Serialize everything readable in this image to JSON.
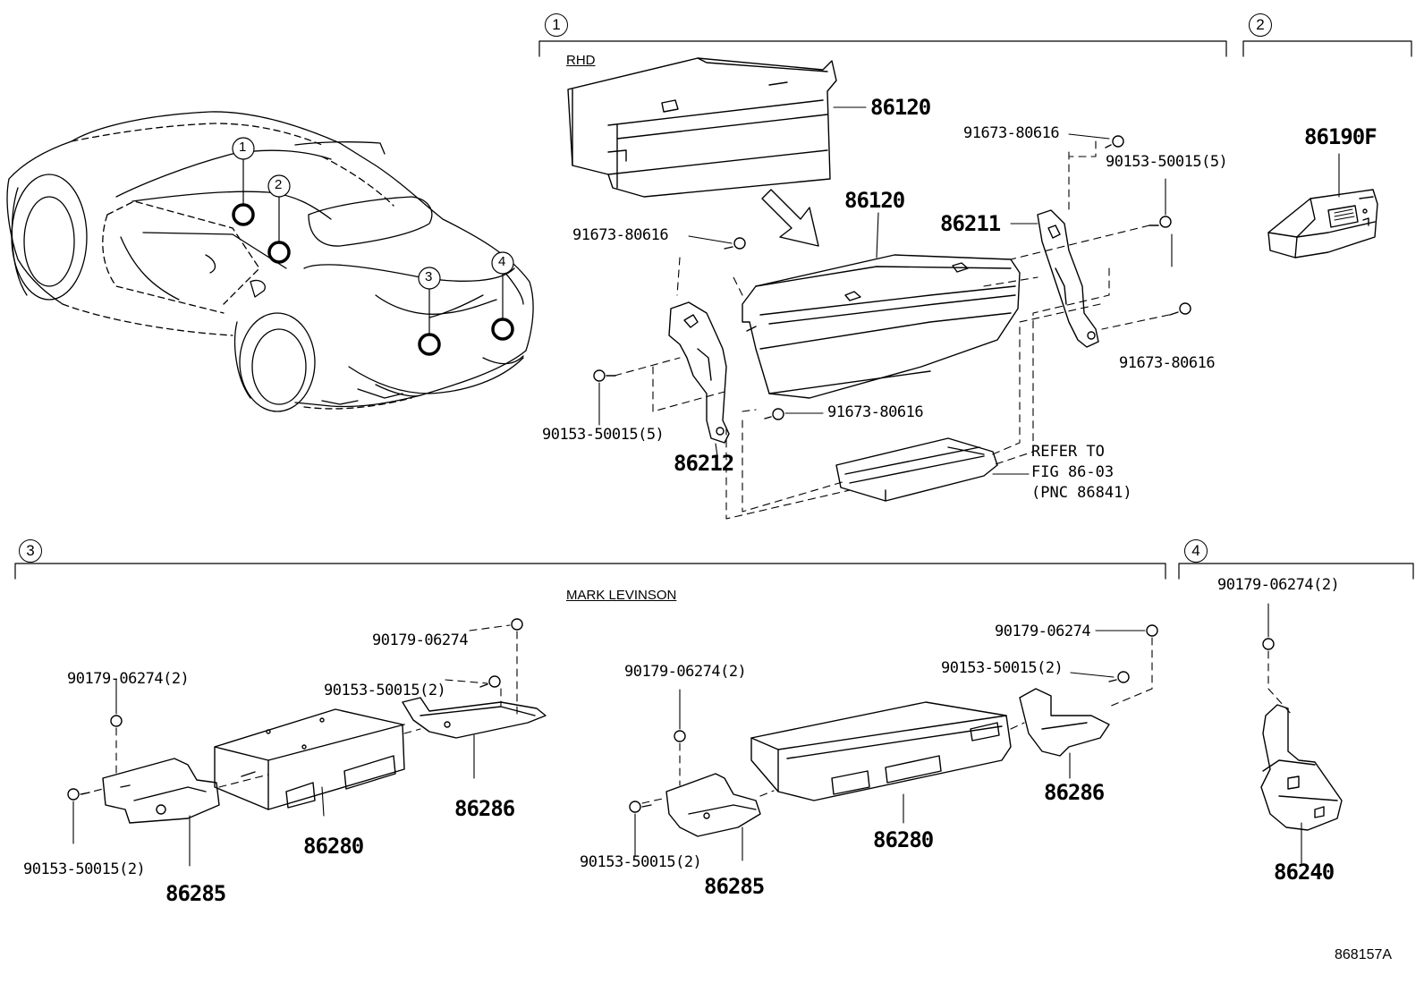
{
  "section_markers": [
    "1",
    "2",
    "3",
    "4"
  ],
  "car_callouts": [
    "1",
    "2",
    "3",
    "4"
  ],
  "section1": {
    "variant": "RHD",
    "parts": {
      "unit_top": "86120",
      "unit_main": "86120",
      "bracket_right": "86211",
      "bracket_left": "86212",
      "screw_top_right": "91673-80616",
      "bolt_right": "90153-50015(5)",
      "screw_left": "91673-80616",
      "screw_right_lower": "91673-80616",
      "bolt_left": "90153-50015(5)",
      "screw_center": "91673-80616"
    },
    "refer_lines": [
      "REFER TO",
      "FIG 86-03",
      "(PNC 86841)"
    ]
  },
  "section2": {
    "part": "86190F"
  },
  "section3": {
    "variant": "MARK LEVINSON",
    "left": {
      "nut_top": "90179-06274",
      "nut_left": "90179-06274(2)",
      "bolt_mid": "90153-50015(2)",
      "bolt_left": "90153-50015(2)",
      "amp": "86280",
      "bracket_a": "86285",
      "bracket_b": "86286"
    },
    "right": {
      "nut_top": "90179-06274",
      "nut_left": "90179-06274(2)",
      "bolt_mid": "90153-50015(2)",
      "bolt_left": "90153-50015(2)",
      "amp": "86280",
      "bracket_a": "86285",
      "bracket_b": "86286"
    }
  },
  "section4": {
    "nut": "90179-06274(2)",
    "part": "86240"
  },
  "figure_code": "868157A"
}
